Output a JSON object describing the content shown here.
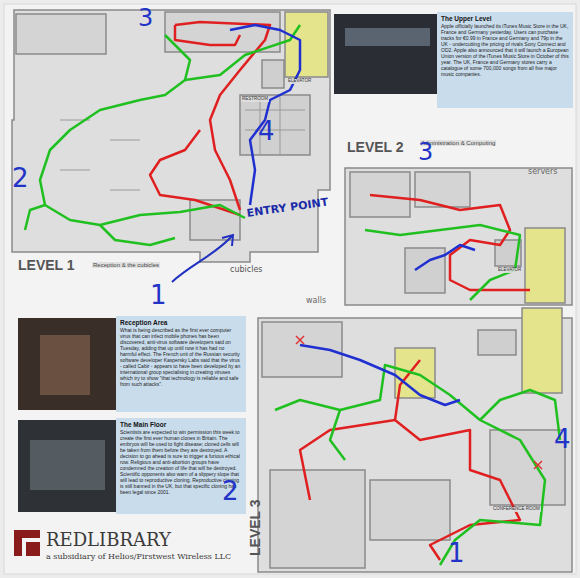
{
  "diagram": {
    "nodes": [
      {
        "text": [
          "The Upper Level",
          "Apple officially launched its iTunes Music Store in the UK, France and Germany yesterday. Users can purchase tracks for €0.99 in France and Germany and 79p in the UK - undercutting the pricing of rivals Sony Connect and OD2. Apple also announced that it will launch a European Union version of the iTunes Music Store in October of this year. The UK, France and Germany stores carry a catalogue of some 700,000 songs from all five major music companies."
        ]
      },
      {
        "text": [
          "Reception Area",
          "What is being described as the first ever computer virus that can infect mobile phones has been discovered, anti-virus software developers said on Tuesday, adding that up until now it has had no harmful effect. The French unit of the Russian security software developer Kaspersky Labs said that the virus - called Cabir - appears to have been developed by an international group specialising in creating viruses which try to show \"that technology is reliable and safe from such attacks\"."
        ]
      },
      {
        "text": [
          "The Main Floor",
          "Scientists are expected to win permission this week to create the first ever human clones in Britain. The embryos will be used to fight disease; cloned cells will be taken from them before they are destroyed. A decision to go ahead is sure to trigger a furious ethical row. Religious and anti-abortion groups have condemned the creation of life that will be destroyed. Scientific opponents also warn of a slippery slope that will lead to reproductive cloning. Reproductive cloning is still banned in the UK, but that specific cloning has been legal since 2001."
        ]
      }
    ],
    "labels": [
      "LEVEL 1",
      "Reception & the cubicles",
      "LEVEL 2",
      "Administration & Computing",
      "LEVEL 3",
      "1",
      "2",
      "3",
      "4",
      "ENTRY POINT",
      "cubicles",
      "3",
      "servers",
      "walls",
      "2",
      "4",
      "1",
      "ELEVATOR",
      "RESTROOM",
      "ELEVATOR",
      "CONFERENCE ROOM",
      "REDLIBRARY",
      "a subsidiary of Helios/Firstwest Wireless LLC"
    ]
  }
}
